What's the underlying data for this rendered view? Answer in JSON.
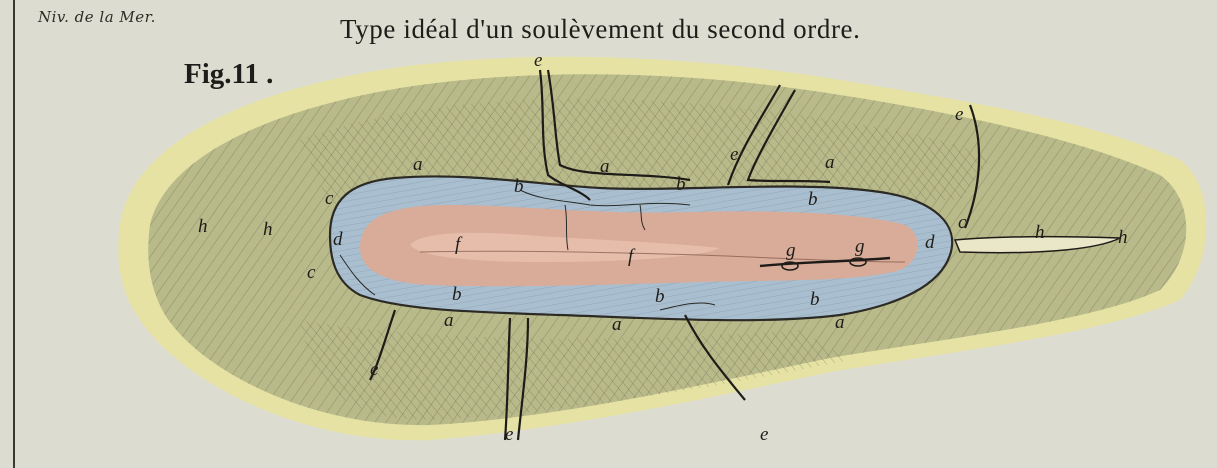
{
  "plate": {
    "corner_note": "Niv. de la Mer.",
    "title": "Type idéal d'un soulèvement du second ordre.",
    "figure_number": "Fig.11 ."
  },
  "labels": {
    "a": "a",
    "b": "b",
    "c": "c",
    "d": "d",
    "e": "e",
    "f": "f",
    "g": "g",
    "h": "h"
  },
  "colors": {
    "paper": "#dddcd0",
    "outer_yellow": "#e6e2a4",
    "hachure_green": "#b9ba8a",
    "blue_zone": "#a9bfcf",
    "pink_core": "#d9ab99",
    "ink": "#1e1c18"
  }
}
